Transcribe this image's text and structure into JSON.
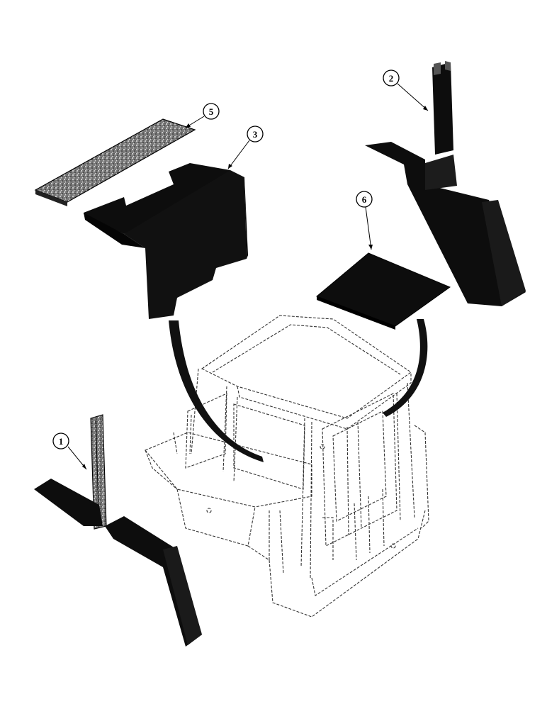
{
  "diagram": {
    "parts": [
      {
        "id": "part-1",
        "callout": "1"
      },
      {
        "id": "part-2",
        "callout": "2"
      },
      {
        "id": "part-3",
        "callout": "3"
      },
      {
        "id": "part-5",
        "callout": "5"
      },
      {
        "id": "part-6",
        "callout": "6"
      }
    ],
    "colors": {
      "part_fill": "#0d0d0d",
      "line": "#000000",
      "cab_dash": "#333333",
      "speckle_bg": "#8a8a8a",
      "background": "#ffffff"
    }
  }
}
